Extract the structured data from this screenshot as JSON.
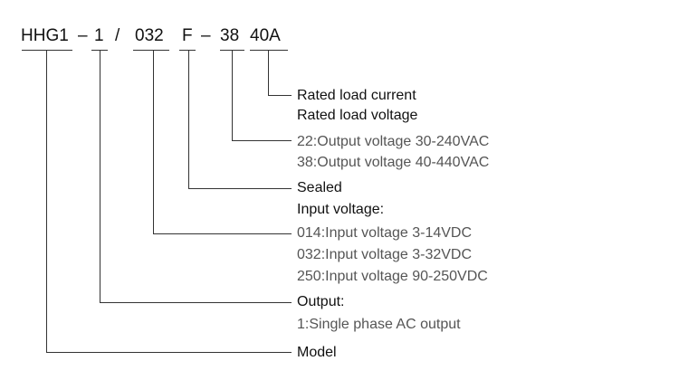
{
  "code": {
    "series": "HHG1",
    "dash1": "–",
    "output_code": "1",
    "slash": "/",
    "input_code": "032",
    "sealed_code": "F",
    "dash2": "–",
    "voltage_code": "38",
    "current_code": "40A"
  },
  "labels": {
    "rated_current": "Rated load current",
    "rated_voltage": "Rated load voltage",
    "out_voltage_22": "22:Output voltage 30-240VAC",
    "out_voltage_38": "38:Output voltage 40-440VAC",
    "sealed": "Sealed",
    "input_voltage_title": "Input voltage:",
    "input_014": "014:Input voltage  3-14VDC",
    "input_032": "032:Input voltage  3-32VDC",
    "input_250": "250:Input voltage  90-250VDC",
    "output_title": "Output:",
    "output_1": "1:Single phase AC output",
    "model": "Model"
  },
  "colors": {
    "primary_text": "#111111",
    "secondary_text": "#555555",
    "line": "#333333"
  }
}
